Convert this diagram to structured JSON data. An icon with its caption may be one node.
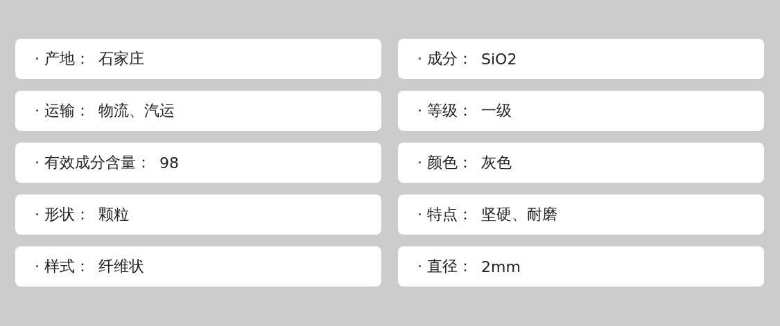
{
  "diagram": {
    "nodes": [
      {
        "text": [
          "· 产地：",
          "石家庄"
        ]
      },
      {
        "text": [
          "· 成分：",
          "SiO2"
        ]
      },
      {
        "text": [
          "· 运输：",
          "物流、汽运"
        ]
      },
      {
        "text": [
          "· 等级：",
          "一级"
        ]
      },
      {
        "text": [
          "· 有效成分含量：",
          "98"
        ]
      },
      {
        "text": [
          "· 颜色：",
          "灰色"
        ]
      },
      {
        "text": [
          "· 形状：",
          "颗粒"
        ]
      },
      {
        "text": [
          "· 特点：",
          "坚硬、耐磨"
        ]
      },
      {
        "text": [
          "· 样式：",
          "纤维状"
        ]
      },
      {
        "text": [
          "· 直径：",
          "2mm"
        ]
      }
    ]
  }
}
